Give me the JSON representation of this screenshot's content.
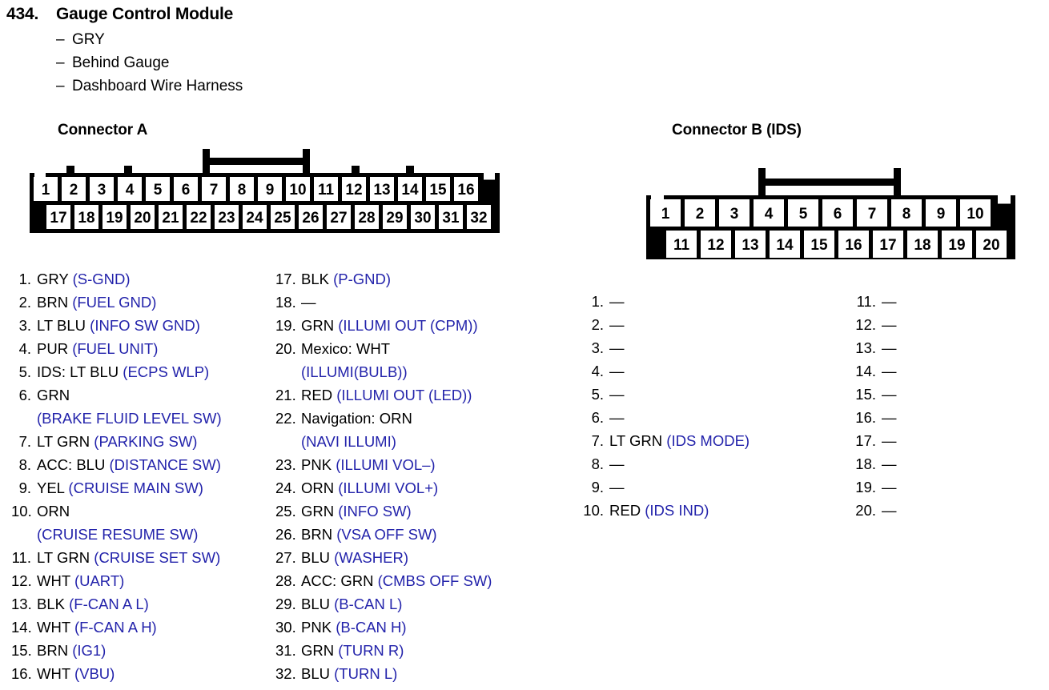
{
  "header": {
    "number": "434.",
    "title": "Gauge Control Module",
    "subitems": [
      "GRY",
      "Behind Gauge",
      "Dashboard Wire Harness"
    ],
    "dash": "–"
  },
  "colors": {
    "signal_blue": "#2323ab",
    "text_black": "#000000",
    "background": "#ffffff"
  },
  "connector_a": {
    "title": "Connector A",
    "top_row_pins": [
      "1",
      "2",
      "3",
      "4",
      "5",
      "6",
      "7",
      "8",
      "9",
      "10",
      "11",
      "12",
      "13",
      "14",
      "15",
      "16"
    ],
    "bottom_row_pins": [
      "17",
      "18",
      "19",
      "20",
      "21",
      "22",
      "23",
      "24",
      "25",
      "26",
      "27",
      "28",
      "29",
      "30",
      "31",
      "32"
    ],
    "pins_left": [
      {
        "num": "1.",
        "lines": [
          [
            {
              "t": "GRY ",
              "c": "wire"
            },
            {
              "t": "(S-GND)",
              "c": "sig"
            }
          ]
        ]
      },
      {
        "num": "2.",
        "lines": [
          [
            {
              "t": "BRN ",
              "c": "wire"
            },
            {
              "t": "(FUEL GND)",
              "c": "sig"
            }
          ]
        ]
      },
      {
        "num": "3.",
        "lines": [
          [
            {
              "t": "LT BLU ",
              "c": "wire"
            },
            {
              "t": "(INFO SW GND)",
              "c": "sig"
            }
          ]
        ]
      },
      {
        "num": "4.",
        "lines": [
          [
            {
              "t": "PUR ",
              "c": "wire"
            },
            {
              "t": "(FUEL UNIT)",
              "c": "sig"
            }
          ]
        ]
      },
      {
        "num": "5.",
        "lines": [
          [
            {
              "t": "IDS: LT BLU ",
              "c": "wire"
            },
            {
              "t": "(ECPS WLP)",
              "c": "sig"
            }
          ]
        ]
      },
      {
        "num": "6.",
        "lines": [
          [
            {
              "t": "GRN",
              "c": "wire"
            }
          ],
          [
            {
              "t": "(BRAKE FLUID LEVEL SW)",
              "c": "sig"
            }
          ]
        ]
      },
      {
        "num": "7.",
        "lines": [
          [
            {
              "t": "LT GRN ",
              "c": "wire"
            },
            {
              "t": "(PARKING SW)",
              "c": "sig"
            }
          ]
        ]
      },
      {
        "num": "8.",
        "lines": [
          [
            {
              "t": "ACC: BLU ",
              "c": "wire"
            },
            {
              "t": "(DISTANCE SW)",
              "c": "sig"
            }
          ]
        ]
      },
      {
        "num": "9.",
        "lines": [
          [
            {
              "t": "YEL ",
              "c": "wire"
            },
            {
              "t": "(CRUISE MAIN SW)",
              "c": "sig"
            }
          ]
        ]
      },
      {
        "num": "10.",
        "lines": [
          [
            {
              "t": "ORN",
              "c": "wire"
            }
          ],
          [
            {
              "t": "(CRUISE RESUME SW)",
              "c": "sig"
            }
          ]
        ]
      },
      {
        "num": "11.",
        "lines": [
          [
            {
              "t": "LT GRN ",
              "c": "wire"
            },
            {
              "t": "(CRUISE SET SW)",
              "c": "sig"
            }
          ]
        ]
      },
      {
        "num": "12.",
        "lines": [
          [
            {
              "t": "WHT ",
              "c": "wire"
            },
            {
              "t": "(UART)",
              "c": "sig"
            }
          ]
        ]
      },
      {
        "num": "13.",
        "lines": [
          [
            {
              "t": "BLK ",
              "c": "wire"
            },
            {
              "t": "(F-CAN A L)",
              "c": "sig"
            }
          ]
        ]
      },
      {
        "num": "14.",
        "lines": [
          [
            {
              "t": "WHT ",
              "c": "wire"
            },
            {
              "t": "(F-CAN A H)",
              "c": "sig"
            }
          ]
        ]
      },
      {
        "num": "15.",
        "lines": [
          [
            {
              "t": "BRN ",
              "c": "wire"
            },
            {
              "t": "(IG1)",
              "c": "sig"
            }
          ]
        ]
      },
      {
        "num": "16.",
        "lines": [
          [
            {
              "t": "WHT ",
              "c": "wire"
            },
            {
              "t": "(VBU)",
              "c": "sig"
            }
          ]
        ]
      }
    ],
    "pins_right": [
      {
        "num": "17.",
        "lines": [
          [
            {
              "t": "BLK ",
              "c": "wire"
            },
            {
              "t": "(P-GND)",
              "c": "sig"
            }
          ]
        ]
      },
      {
        "num": "18.",
        "lines": [
          [
            {
              "t": "—",
              "c": "empty"
            }
          ]
        ]
      },
      {
        "num": "19.",
        "lines": [
          [
            {
              "t": "GRN ",
              "c": "wire"
            },
            {
              "t": "(ILLUMI OUT (CPM))",
              "c": "sig"
            }
          ]
        ]
      },
      {
        "num": "20.",
        "lines": [
          [
            {
              "t": "Mexico: WHT",
              "c": "wire"
            }
          ],
          [
            {
              "t": "(ILLUMI(BULB))",
              "c": "sig"
            }
          ]
        ]
      },
      {
        "num": "21.",
        "lines": [
          [
            {
              "t": "RED ",
              "c": "wire"
            },
            {
              "t": "(ILLUMI OUT (LED))",
              "c": "sig"
            }
          ]
        ]
      },
      {
        "num": "22.",
        "lines": [
          [
            {
              "t": "Navigation: ORN",
              "c": "wire"
            }
          ],
          [
            {
              "t": "(NAVI ILLUMI)",
              "c": "sig"
            }
          ]
        ]
      },
      {
        "num": "23.",
        "lines": [
          [
            {
              "t": "PNK ",
              "c": "wire"
            },
            {
              "t": "(ILLUMI VOL–)",
              "c": "sig"
            }
          ]
        ]
      },
      {
        "num": "24.",
        "lines": [
          [
            {
              "t": "ORN ",
              "c": "wire"
            },
            {
              "t": "(ILLUMI VOL+)",
              "c": "sig"
            }
          ]
        ]
      },
      {
        "num": "25.",
        "lines": [
          [
            {
              "t": "GRN ",
              "c": "wire"
            },
            {
              "t": "(INFO SW)",
              "c": "sig"
            }
          ]
        ]
      },
      {
        "num": "26.",
        "lines": [
          [
            {
              "t": "BRN ",
              "c": "wire"
            },
            {
              "t": "(VSA OFF SW)",
              "c": "sig"
            }
          ]
        ]
      },
      {
        "num": "27.",
        "lines": [
          [
            {
              "t": "BLU ",
              "c": "wire"
            },
            {
              "t": "(WASHER)",
              "c": "sig"
            }
          ]
        ]
      },
      {
        "num": "28.",
        "lines": [
          [
            {
              "t": "ACC: GRN ",
              "c": "wire"
            },
            {
              "t": "(CMBS OFF SW)",
              "c": "sig"
            }
          ]
        ]
      },
      {
        "num": "29.",
        "lines": [
          [
            {
              "t": "BLU ",
              "c": "wire"
            },
            {
              "t": "(B-CAN L)",
              "c": "sig"
            }
          ]
        ]
      },
      {
        "num": "30.",
        "lines": [
          [
            {
              "t": "PNK ",
              "c": "wire"
            },
            {
              "t": "(B-CAN H)",
              "c": "sig"
            }
          ]
        ]
      },
      {
        "num": "31.",
        "lines": [
          [
            {
              "t": "GRN ",
              "c": "wire"
            },
            {
              "t": "(TURN R)",
              "c": "sig"
            }
          ]
        ]
      },
      {
        "num": "32.",
        "lines": [
          [
            {
              "t": "BLU ",
              "c": "wire"
            },
            {
              "t": "(TURN L)",
              "c": "sig"
            }
          ]
        ]
      }
    ]
  },
  "connector_b": {
    "title": "Connector B (IDS)",
    "top_row_pins": [
      "1",
      "2",
      "3",
      "4",
      "5",
      "6",
      "7",
      "8",
      "9",
      "10"
    ],
    "bottom_row_pins": [
      "11",
      "12",
      "13",
      "14",
      "15",
      "16",
      "17",
      "18",
      "19",
      "20"
    ],
    "pins_left": [
      {
        "num": "1.",
        "lines": [
          [
            {
              "t": "—",
              "c": "empty"
            }
          ]
        ]
      },
      {
        "num": "2.",
        "lines": [
          [
            {
              "t": "—",
              "c": "empty"
            }
          ]
        ]
      },
      {
        "num": "3.",
        "lines": [
          [
            {
              "t": "—",
              "c": "empty"
            }
          ]
        ]
      },
      {
        "num": "4.",
        "lines": [
          [
            {
              "t": "—",
              "c": "empty"
            }
          ]
        ]
      },
      {
        "num": "5.",
        "lines": [
          [
            {
              "t": "—",
              "c": "empty"
            }
          ]
        ]
      },
      {
        "num": "6.",
        "lines": [
          [
            {
              "t": "—",
              "c": "empty"
            }
          ]
        ]
      },
      {
        "num": "7.",
        "lines": [
          [
            {
              "t": "LT GRN ",
              "c": "wire"
            },
            {
              "t": "(IDS MODE)",
              "c": "sig"
            }
          ]
        ]
      },
      {
        "num": "8.",
        "lines": [
          [
            {
              "t": "—",
              "c": "empty"
            }
          ]
        ]
      },
      {
        "num": "9.",
        "lines": [
          [
            {
              "t": "—",
              "c": "empty"
            }
          ]
        ]
      },
      {
        "num": "10.",
        "lines": [
          [
            {
              "t": "RED ",
              "c": "wire"
            },
            {
              "t": "(IDS IND)",
              "c": "sig"
            }
          ]
        ]
      }
    ],
    "pins_right": [
      {
        "num": "11.",
        "lines": [
          [
            {
              "t": "—",
              "c": "empty"
            }
          ]
        ]
      },
      {
        "num": "12.",
        "lines": [
          [
            {
              "t": "—",
              "c": "empty"
            }
          ]
        ]
      },
      {
        "num": "13.",
        "lines": [
          [
            {
              "t": "—",
              "c": "empty"
            }
          ]
        ]
      },
      {
        "num": "14.",
        "lines": [
          [
            {
              "t": "—",
              "c": "empty"
            }
          ]
        ]
      },
      {
        "num": "15.",
        "lines": [
          [
            {
              "t": "—",
              "c": "empty"
            }
          ]
        ]
      },
      {
        "num": "16.",
        "lines": [
          [
            {
              "t": "—",
              "c": "empty"
            }
          ]
        ]
      },
      {
        "num": "17.",
        "lines": [
          [
            {
              "t": "—",
              "c": "empty"
            }
          ]
        ]
      },
      {
        "num": "18.",
        "lines": [
          [
            {
              "t": "—",
              "c": "empty"
            }
          ]
        ]
      },
      {
        "num": "19.",
        "lines": [
          [
            {
              "t": "—",
              "c": "empty"
            }
          ]
        ]
      },
      {
        "num": "20.",
        "lines": [
          [
            {
              "t": "—",
              "c": "empty"
            }
          ]
        ]
      }
    ]
  }
}
